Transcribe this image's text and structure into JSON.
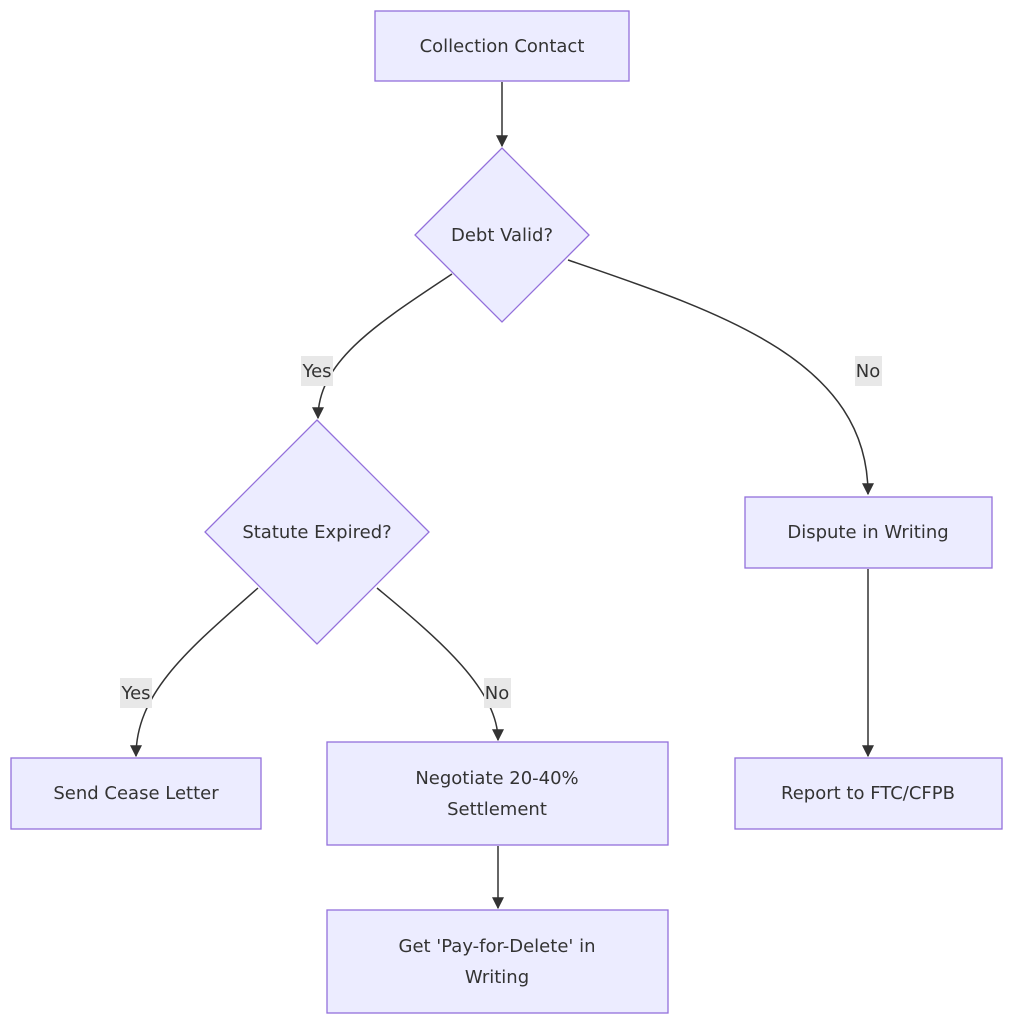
{
  "nodes": {
    "collection_contact": "Collection Contact",
    "debt_valid": "Debt Valid?",
    "statute_expired": "Statute Expired?",
    "dispute_in_writing": "Dispute in Writing",
    "send_cease_letter": "Send Cease Letter",
    "negotiate_line1": "Negotiate 20-40%",
    "negotiate_line2": "Settlement",
    "pay_for_delete_line1": "Get 'Pay-for-Delete' in",
    "pay_for_delete_line2": "Writing",
    "report_ftc": "Report to FTC/CFPB"
  },
  "edges": {
    "debt_valid_yes": "Yes",
    "debt_valid_no": "No",
    "statute_yes": "Yes",
    "statute_no": "No"
  },
  "colors": {
    "node_fill": "#ececff",
    "node_stroke": "#9370db",
    "edge": "#333333",
    "edge_label_bg": "#e8e8e8"
  }
}
